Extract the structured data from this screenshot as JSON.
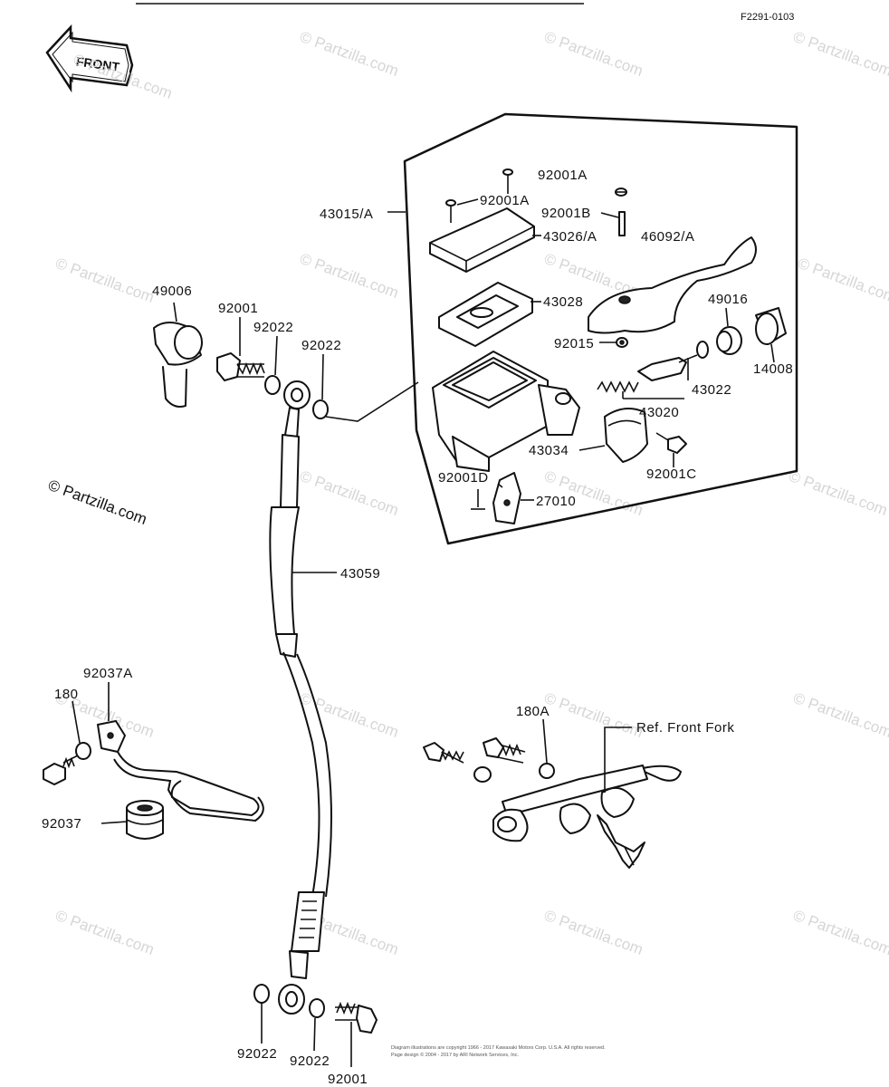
{
  "header": {
    "figure_code": "F2291-0103",
    "front_arrow_label": "FRONT"
  },
  "watermark": {
    "text": "© Partzilla.com"
  },
  "labels": {
    "p43015A": "43015/A",
    "p92001A_top": "92001A",
    "p92001A_mid": "92001A",
    "p92001B": "92001B",
    "p43026A": "43026/A",
    "p46092A": "46092/A",
    "p43028": "43028",
    "p92015": "92015",
    "p49016": "49016",
    "p14008": "14008",
    "p43022": "43022",
    "p43020": "43020",
    "p43034": "43034",
    "p92001C": "92001C",
    "p92001D": "92001D",
    "p27010": "27010",
    "p49006": "49006",
    "p92001_left": "92001",
    "p92022_a": "92022",
    "p92022_b": "92022",
    "p43059": "43059",
    "p92037A": "92037A",
    "p180": "180",
    "p92037": "92037",
    "p180A": "180A",
    "ref_front_fork": "Ref. Front Fork",
    "p92022_bot1": "92022",
    "p92022_bot2": "92022",
    "p92001_bot": "92001"
  },
  "footer": {
    "line1": "Diagram illustrations are copyright 1966 - 2017 Kawasaki Motors Corp. U.S.A.  All rights reserved.",
    "line2": "Page design © 2004 - 2017 by ARI Network Services, Inc."
  }
}
